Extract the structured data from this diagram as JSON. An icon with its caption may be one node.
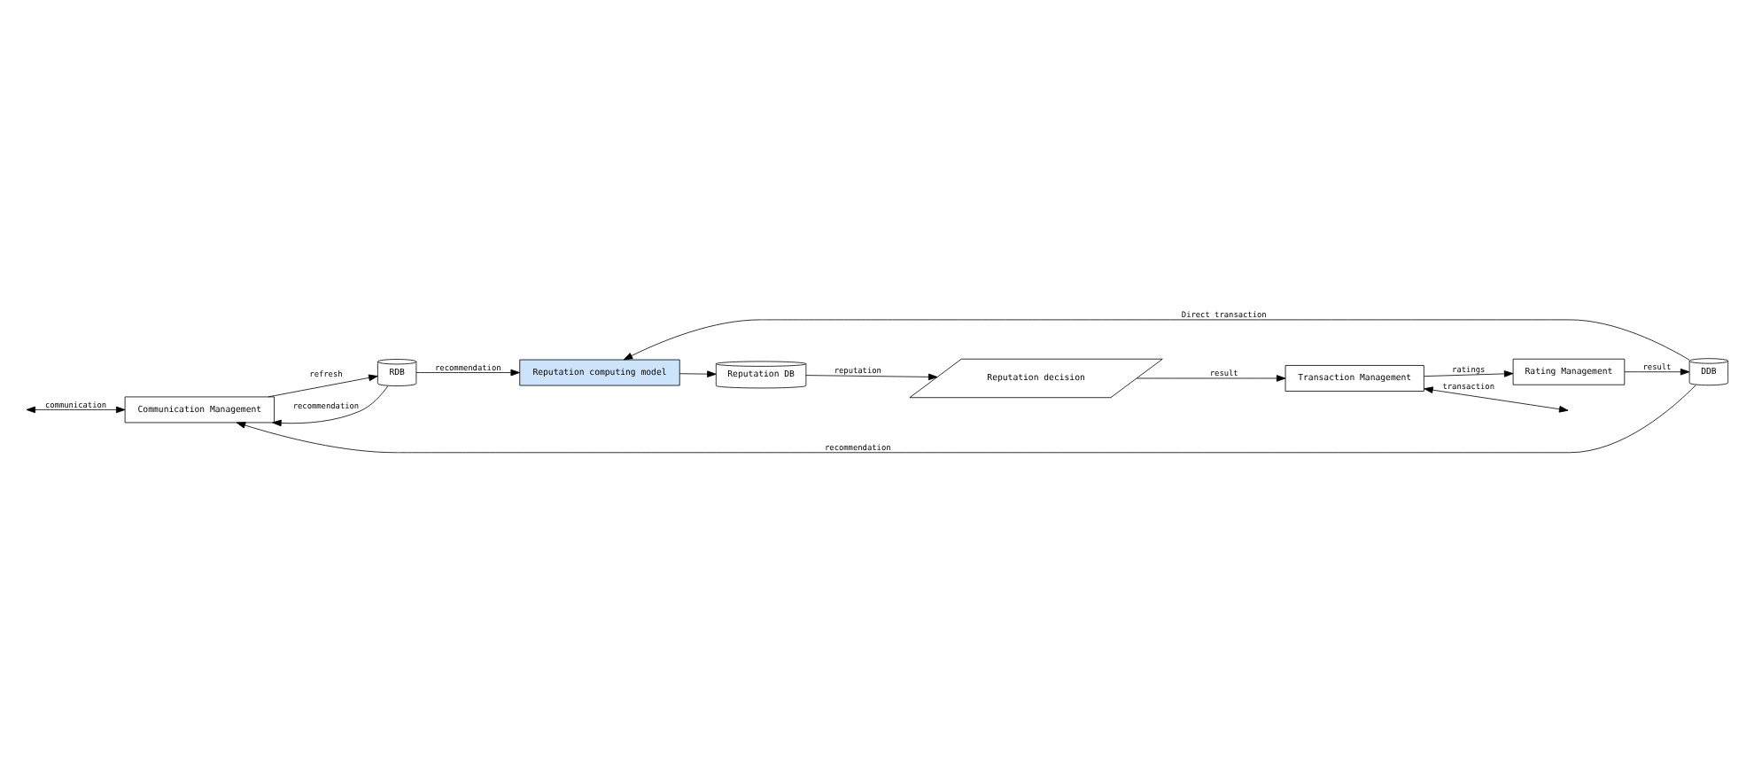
{
  "diagram": {
    "nodes": [
      {
        "text": [
          "Communication Management"
        ]
      },
      {
        "text": [
          "RDB"
        ]
      },
      {
        "text": [
          "DDB"
        ]
      },
      {
        "text": [
          "Reputation computing model"
        ]
      },
      {
        "text": [
          "Reputation DB"
        ]
      },
      {
        "text": [
          "Reputation decision"
        ]
      },
      {
        "text": [
          "Rating Management"
        ]
      },
      {
        "text": [
          "Transaction Management"
        ]
      }
    ],
    "edges": [
      {
        "from": null,
        "to": 0,
        "arrow": "both",
        "label": "communication"
      },
      {
        "from": 1,
        "to": 0,
        "arrow": "to",
        "label": "recommendation"
      },
      {
        "from": 0,
        "to": 1,
        "arrow": "to",
        "label": "refresh"
      },
      {
        "from": 1,
        "to": 3,
        "arrow": "to",
        "label": "recommendation"
      },
      {
        "from": 2,
        "to": 0,
        "arrow": "to",
        "label": "recommendation"
      },
      {
        "from": 2,
        "to": 3,
        "arrow": "to",
        "label": "Direct transaction"
      },
      {
        "from": 3,
        "to": 4,
        "arrow": "to"
      },
      {
        "from": 4,
        "to": 5,
        "arrow": "to",
        "label": "reputation"
      },
      {
        "from": 5,
        "to": 7,
        "arrow": "to",
        "label": "result"
      },
      {
        "from": 7,
        "to": 6,
        "arrow": "to",
        "label": "ratings"
      },
      {
        "from": 6,
        "to": 2,
        "arrow": "to",
        "label": "result"
      },
      {
        "from": 7,
        "to": null,
        "arrow": "both",
        "label": "transaction"
      }
    ]
  }
}
